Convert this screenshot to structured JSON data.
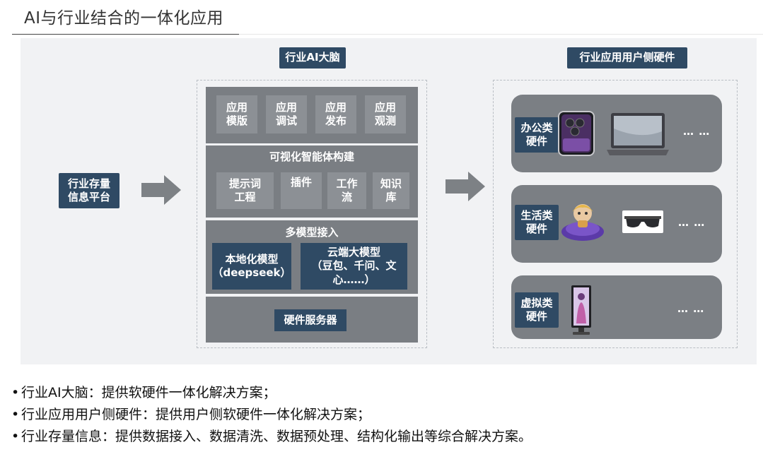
{
  "header": {
    "title": "AI与行业结合的一体化应用"
  },
  "diagram": {
    "left_block": {
      "label": "行业存量\n信息平台"
    },
    "brain": {
      "title": "行业AI大脑",
      "app_tools": [
        "应用\n模版",
        "应用\n调试",
        "应用\n发布",
        "应用\n观测"
      ],
      "visual_build": {
        "title": "可视化智能体构建",
        "items": [
          "提示词\n工程",
          "插件",
          "工作\n流",
          "知识\n库"
        ]
      },
      "multi_model": {
        "title": "多模型接入",
        "local": "本地化模型\n（deepseek）",
        "cloud": "云端大模型\n（豆包、千问、文\n心……）"
      },
      "hardware_server": "硬件服务器"
    },
    "devices": {
      "title": "行业应用用户侧硬件",
      "office": {
        "label": "办公类\n硬件",
        "more": "… …"
      },
      "life": {
        "label": "生活类\n硬件",
        "more": "… …"
      },
      "virtual": {
        "label": "虚拟类\n硬件",
        "more": "… …"
      }
    }
  },
  "bullets": [
    "行业AI大脑：提供软硬件一体化解决方案；",
    "行业应用用户侧硬件：提供用户侧软硬件一体化解决方案；",
    "行业存量信息：提供数据接入、数据清洗、数据预处理、结构化输出等综合解决方案。"
  ],
  "bullet_symbol": "•",
  "colors": {
    "navy": "#2f4a64",
    "gray_band": "#7a7e83",
    "gray_cell": "#8c9095",
    "canvas": "#f1f2f4",
    "arrow": "#7d8185"
  }
}
